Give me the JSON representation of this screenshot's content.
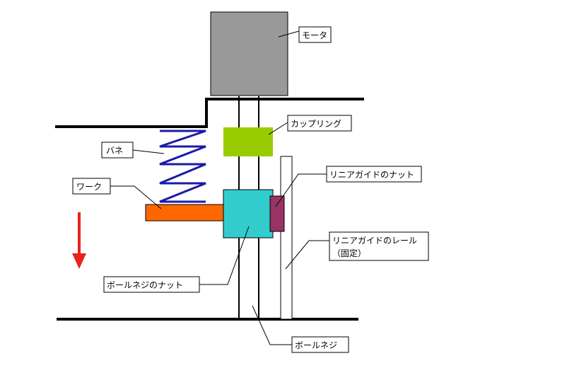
{
  "labels": {
    "motor": "モータ",
    "coupling": "カップリング",
    "spring": "バネ",
    "work": "ワーク",
    "guide_nut": "リニアガイドのナット",
    "guide_rail_line1": "リニアガイドのレール",
    "guide_rail_line2": "（固定）",
    "ballscrew_nut": "ボールネジのナット",
    "ballscrew": "ボールネジ"
  },
  "colors": {
    "motor": "#999999",
    "coupling": "#99cc00",
    "spring": "#1a1aa8",
    "work": "#ff6600",
    "ballscrew_nut": "#33cccc",
    "guide_nut": "#993366",
    "arrow": "#e8231c",
    "line": "#000000"
  },
  "arrow_icon": "down-arrow-icon"
}
